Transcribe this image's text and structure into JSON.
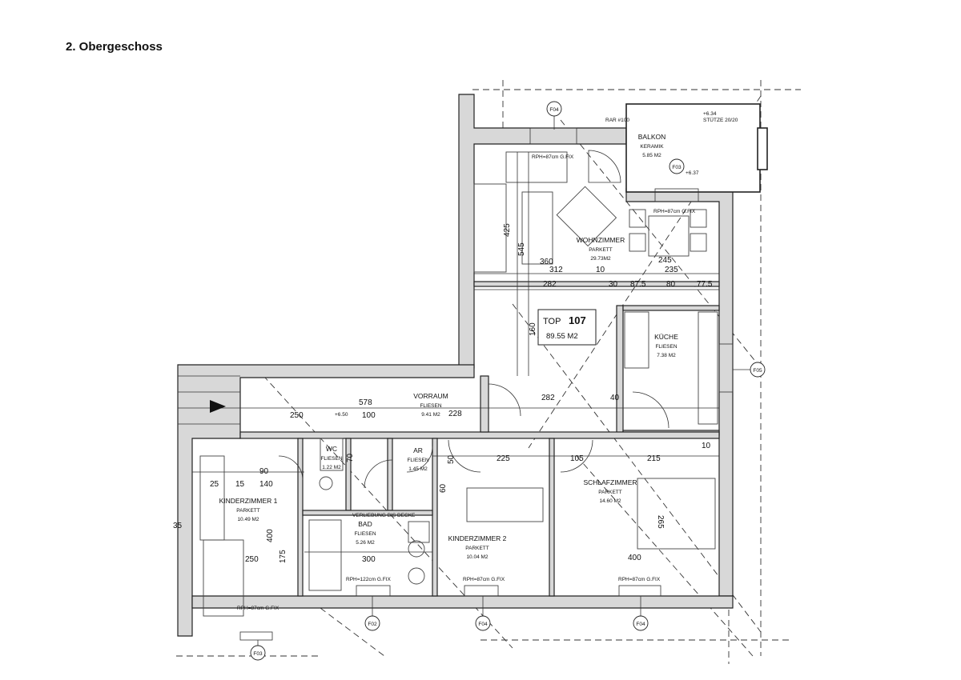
{
  "title": "2. Obergeschoss",
  "unit": {
    "top_label": "TOP",
    "number": "107",
    "area": "89.55 M2"
  },
  "rooms": {
    "wohnzimmer": {
      "name": "WOHNZIMMER",
      "floor": "PARKETT",
      "area": "29.73M2"
    },
    "balkon": {
      "name": "BALKON",
      "floor": "KERAMIK",
      "area": "5.85 M2"
    },
    "kueche": {
      "name": "KÜCHE",
      "floor": "FLIESEN",
      "area": "7.38 M2"
    },
    "vorraum": {
      "name": "VORRAUM",
      "floor": "FLIESEN",
      "area": "9.41 M2"
    },
    "wc": {
      "name": "WC",
      "floor": "FLIESEN",
      "area": "1.22 M2"
    },
    "ar": {
      "name": "AR",
      "floor": "FLIESEN",
      "area": "1.45 M2"
    },
    "bad": {
      "name": "BAD",
      "floor": "FLIESEN",
      "area": "5.26 M2"
    },
    "kinderzimmer1": {
      "name": "KINDERZIMMER 1",
      "floor": "PARKETT",
      "area": "10.49 M2"
    },
    "kinderzimmer2": {
      "name": "KINDERZIMMER 2",
      "floor": "PARKETT",
      "area": "10.04 M2"
    },
    "schlafzimmer": {
      "name": "SCHLAFZIMMER",
      "floor": "PARKETT",
      "area": "14.60 M2"
    }
  },
  "window_tags": [
    "F04",
    "F03",
    "F05",
    "F02",
    "F04",
    "F04",
    "F03"
  ],
  "window_notes": [
    "RPH=87cm G.FIX",
    "RPH=87cm G.FIX",
    "RPH=122cm G.FIX",
    "RPH=87cm G.FIX",
    "RPH=87cm G.FIX",
    "RPH=87cm G.FIX"
  ],
  "notes": {
    "stuetze": "STÜTZE 20/20",
    "lvl1": "+6.34",
    "lvl2": "+6.37",
    "lvl3": "+6.50",
    "rar": "RAR #100",
    "verliebung": "VERLIEBUNG BIS DECKE"
  },
  "dimensions": [
    "312",
    "282",
    "30",
    "87.5",
    "80",
    "77.5",
    "235",
    "245",
    "10",
    "578",
    "100",
    "250",
    "228",
    "282",
    "225",
    "105",
    "215",
    "140",
    "90",
    "300",
    "400",
    "250",
    "175",
    "400",
    "265",
    "360",
    "545",
    "425",
    "160",
    "40",
    "50",
    "60",
    "70",
    "10",
    "25",
    "35",
    "15"
  ]
}
